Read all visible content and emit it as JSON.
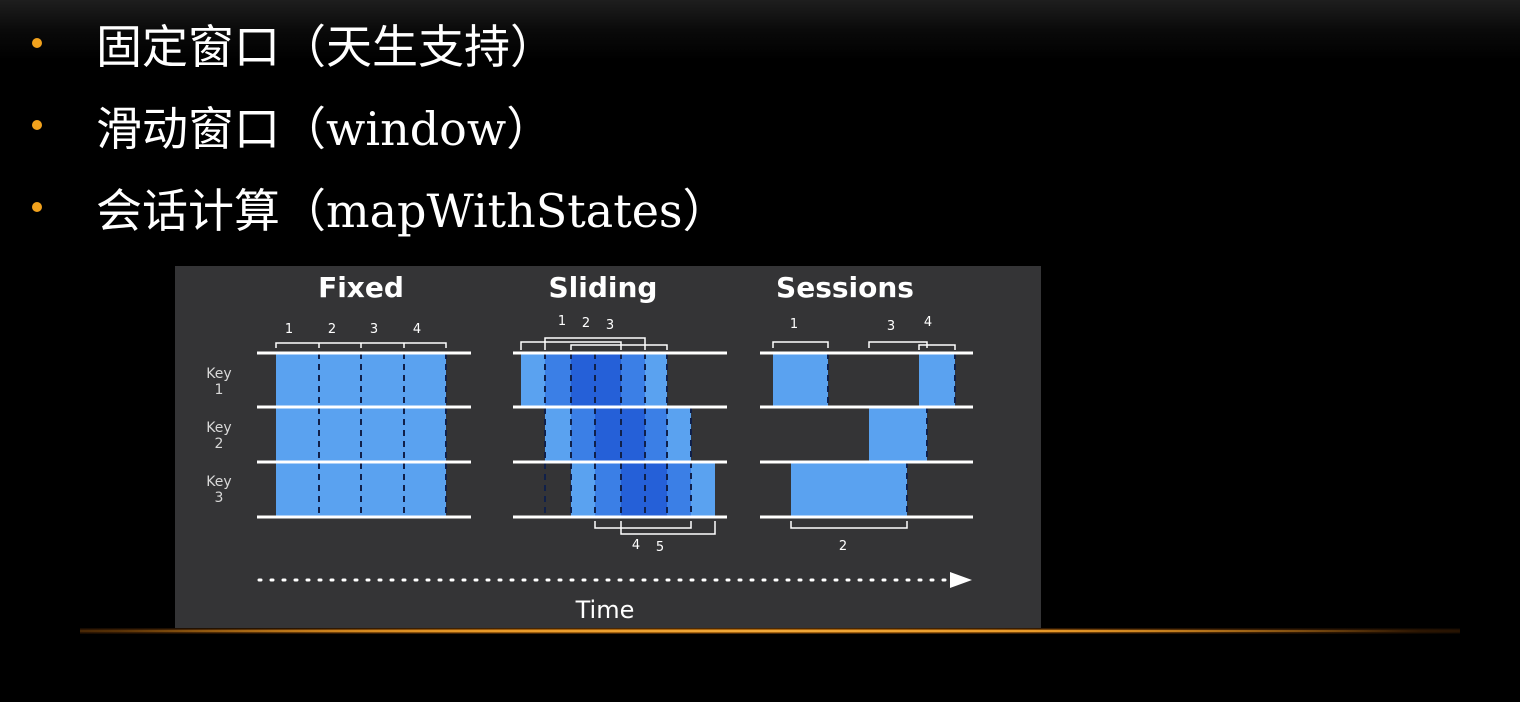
{
  "bullets": [
    {
      "text": "固定窗口（天生支持）"
    },
    {
      "text": "滑动窗口（window）"
    },
    {
      "text": "会话计算（mapWithStates）"
    }
  ],
  "figure": {
    "titles": {
      "fixed": "Fixed",
      "sliding": "Sliding",
      "sessions": "Sessions"
    },
    "key_labels": [
      {
        "word": "Key",
        "num": "1"
      },
      {
        "word": "Key",
        "num": "2"
      },
      {
        "word": "Key",
        "num": "3"
      }
    ],
    "fixed_labels": [
      "1",
      "2",
      "3",
      "4"
    ],
    "sliding_top_labels": [
      "1",
      "2",
      "3"
    ],
    "sliding_bottom_labels": [
      "4",
      "5"
    ],
    "sessions_top_labels": [
      "1",
      "3",
      "4"
    ],
    "sessions_bottom_labels": [
      "2"
    ],
    "axis_label": "Time"
  },
  "colors": {
    "background": "#000000",
    "bullet": "#f2a21d",
    "text": "#ffffff",
    "panel": "#343436",
    "window_light": "#5aa2f0",
    "window_mid": "#3b7fe6",
    "window_dark": "#2560d8",
    "accent_line": "#f0a83a"
  }
}
